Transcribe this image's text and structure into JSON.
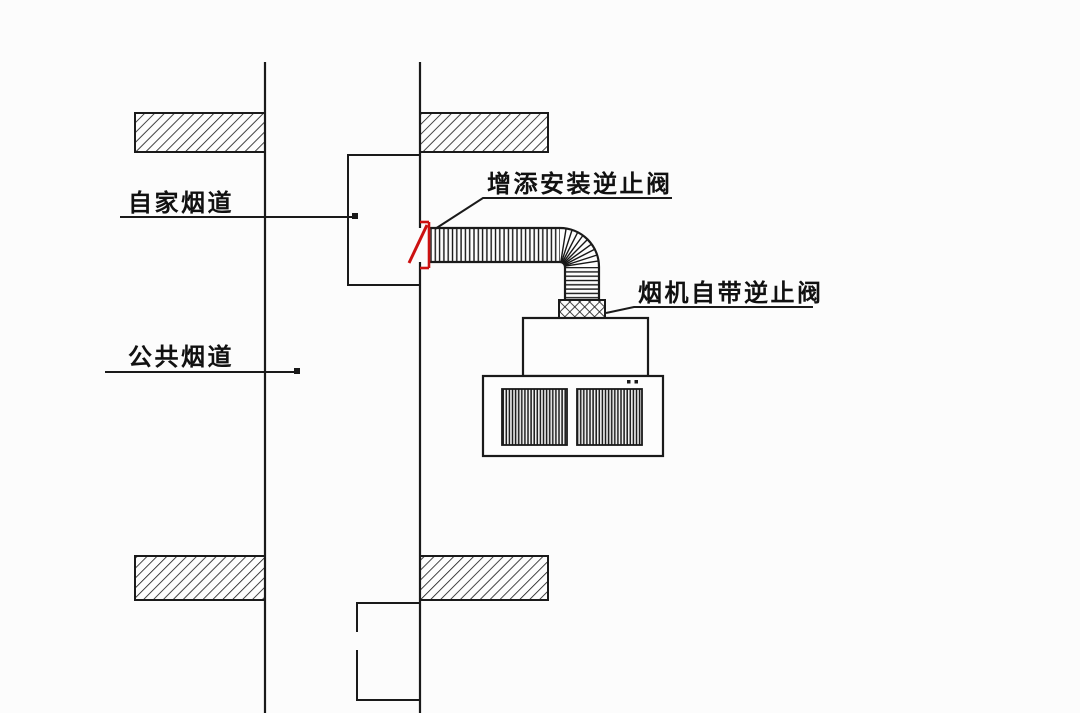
{
  "diagram": {
    "labels": {
      "own_flue": "自家烟道",
      "public_flue": "公共烟道",
      "added_check_valve": "增添安装逆止阀",
      "hood_builtin_check_valve": "烟机自带逆止阀"
    },
    "colors": {
      "line": "#1a1a1a",
      "valve_red": "#cc1111",
      "background": "#fcfcfc"
    }
  }
}
